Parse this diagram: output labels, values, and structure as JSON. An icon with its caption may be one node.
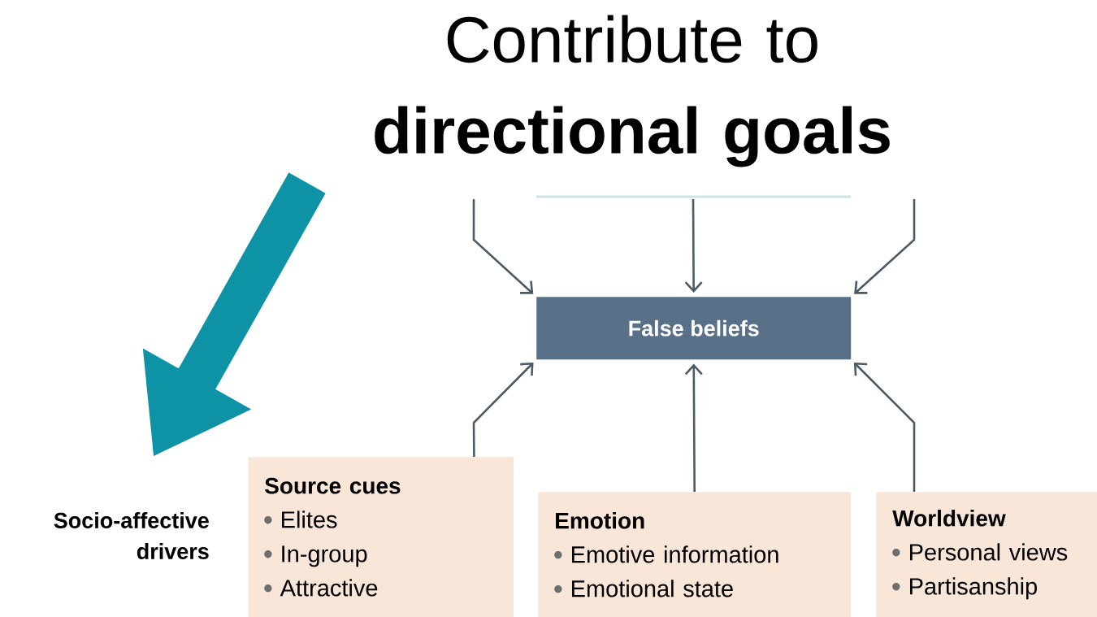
{
  "diagram": {
    "title": "Contribute to **directional goals**",
    "nodes": [
      {
        "text": [
          "False beliefs"
        ]
      },
      {
        "text": [
          "Source cues",
          "Elites",
          "In-group",
          "Attractive"
        ]
      },
      {
        "text": [
          "Emotion",
          "Emotive information",
          "Emotional state"
        ]
      },
      {
        "text": [
          "Worldview",
          "Personal views",
          "Partisanship"
        ]
      },
      {
        "text": [
          "Socio-affective drivers"
        ]
      }
    ],
    "edges": [
      {
        "from": null,
        "to": 0,
        "arrow": "to"
      },
      {
        "from": null,
        "to": 0,
        "arrow": "to"
      },
      {
        "from": null,
        "to": 0,
        "arrow": "to"
      },
      {
        "from": 1,
        "to": 0,
        "arrow": "to"
      },
      {
        "from": 2,
        "to": 0,
        "arrow": "to"
      },
      {
        "from": 3,
        "to": 0,
        "arrow": "to"
      },
      {
        "from": null,
        "to": 4,
        "arrow": "to",
        "style": "thick",
        "color": "#0e93a6"
      }
    ]
  }
}
